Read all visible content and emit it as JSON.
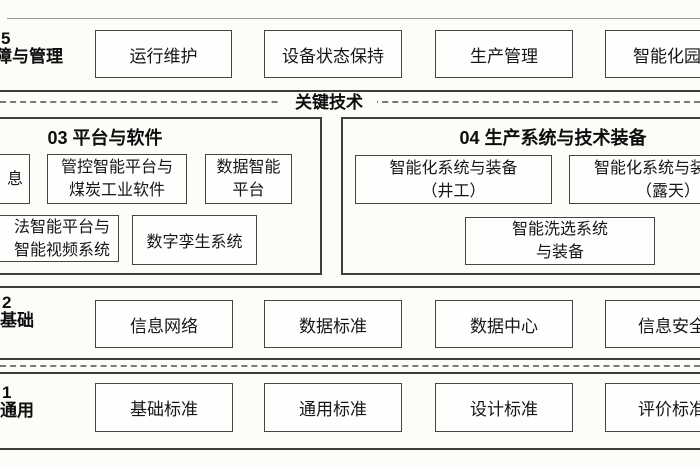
{
  "divider_label": "关键技术",
  "top_row": {
    "number": "5",
    "label": "障与管理",
    "boxes": [
      "运行维护",
      "设备状态保持",
      "生产管理",
      "智能化园"
    ]
  },
  "section03": {
    "title": "03 平台与软件",
    "boxes": {
      "info_clipped": {
        "line1": "息",
        "line2": ""
      },
      "control_platform": {
        "line1": "管控智能平台与",
        "line2": "煤炭工业软件"
      },
      "data_platform": {
        "line1": "数据智能",
        "line2": "平台"
      },
      "algorithm_platform": {
        "line1": "法智能平台与",
        "line2": "智能视频系统"
      },
      "digital_twin": "数字孪生系统"
    }
  },
  "section04": {
    "title": "04 生产系统与技术装备",
    "boxes": {
      "underground": {
        "line1": "智能化系统与装备",
        "line2": "（井工）"
      },
      "open_pit": {
        "line1": "智能化系统与装",
        "line2": "（露天）"
      },
      "washing": {
        "line1": "智能洗选系统",
        "line2": "与装备"
      }
    }
  },
  "base_row": {
    "number": "2",
    "label": "基础",
    "boxes": [
      "信息网络",
      "数据标准",
      "数据中心",
      "信息安全"
    ]
  },
  "general_row": {
    "number": "1",
    "label": "通用",
    "boxes": [
      "基础标准",
      "通用标准",
      "设计标准",
      "评价标准"
    ]
  },
  "colors": {
    "background": "#fdfcf8",
    "box_border": "#454545",
    "section_line": "#3d3d3d",
    "dash_line": "#7a7a7a",
    "text": "#141414"
  }
}
